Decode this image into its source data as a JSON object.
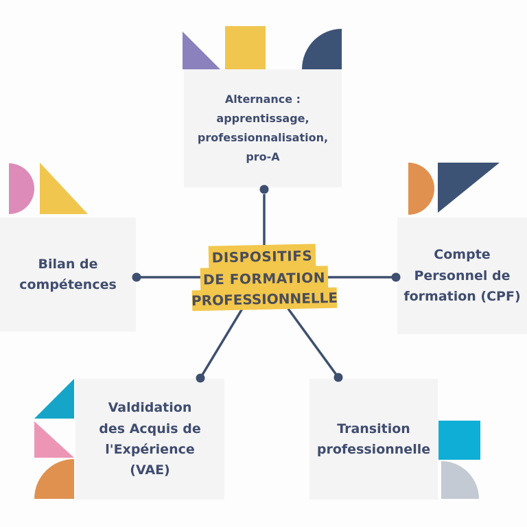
{
  "center": {
    "lines": [
      "DISPOSITIFS",
      "DE FORMATION",
      "PROFESSIONNELLE"
    ]
  },
  "nodes": {
    "alternance": {
      "label": "Alternance :\napprentissage,\nprofessionnalisation,\npro-A"
    },
    "bilan": {
      "label": "Bilan de\ncompétences"
    },
    "cpf": {
      "label": "Compte\nPersonnel de\nformation (CPF)"
    },
    "vae": {
      "label": "Valdidation\ndes Acquis de\nl'Expérience\n(VAE)"
    },
    "transition": {
      "label": "Transition\nprofessionnelle"
    }
  },
  "colors": {
    "background": "#fdfdfd",
    "node_background": "#f4f4f5",
    "connector_navy": "#3e4f6f",
    "node_text": "#3f4c6e",
    "center_text": "#4b4d5a",
    "highlight_yellow": "#f2c74b",
    "shape_purple": "#8b81bd",
    "shape_yellow": "#f0c64f",
    "shape_navy": "#3c5375",
    "shape_pink": "#dd8bb8",
    "shape_pink_light": "#ec95b5",
    "shape_orange": "#e0914f",
    "shape_teal": "#16a5c8",
    "shape_cyan": "#0eaed6",
    "shape_gray": "#c4cad3"
  }
}
